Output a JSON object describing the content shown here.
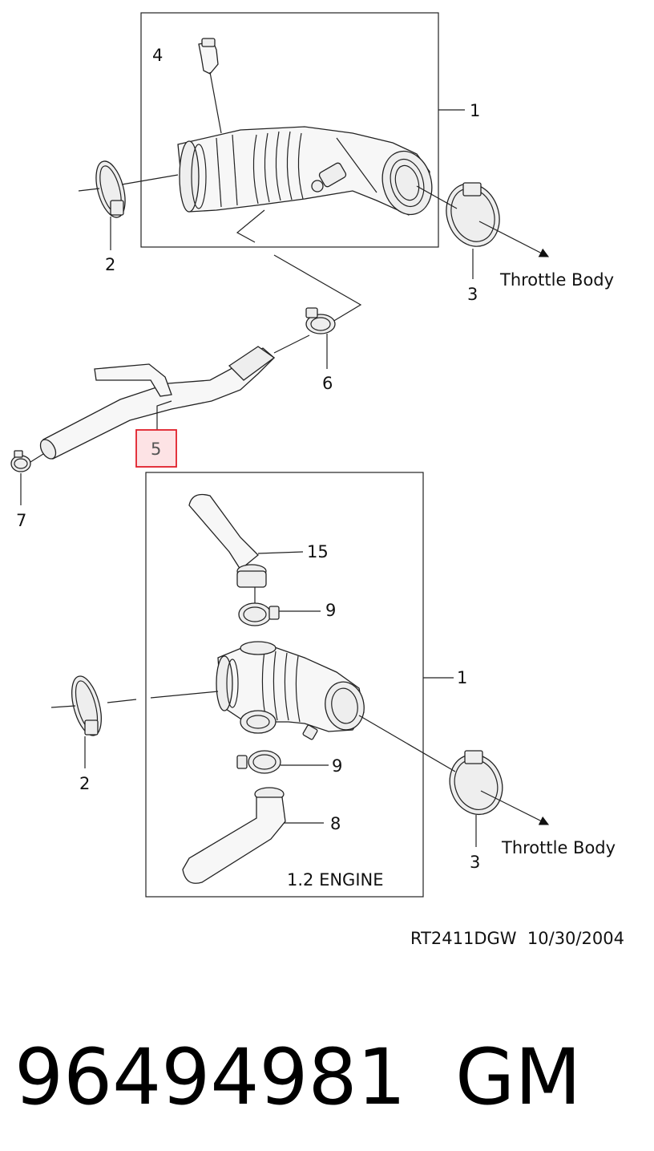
{
  "callouts": {
    "top_1": "1",
    "top_2": "2",
    "top_3": "3",
    "top_4": "4",
    "mid_5": "5",
    "mid_6": "6",
    "mid_7": "7",
    "bot_1": "1",
    "bot_2": "2",
    "bot_3": "3",
    "bot_8": "8",
    "bot_9a": "9",
    "bot_9b": "9",
    "bot_15": "15"
  },
  "labels": {
    "throttle_top": "Throttle Body",
    "throttle_bottom": "Throttle Body",
    "engine_variant": "1.2 ENGINE"
  },
  "reference": "RT2411DGW  10/30/2004",
  "part_number": "96494981",
  "brand": "GM",
  "highlight_color": "#e01f2a"
}
